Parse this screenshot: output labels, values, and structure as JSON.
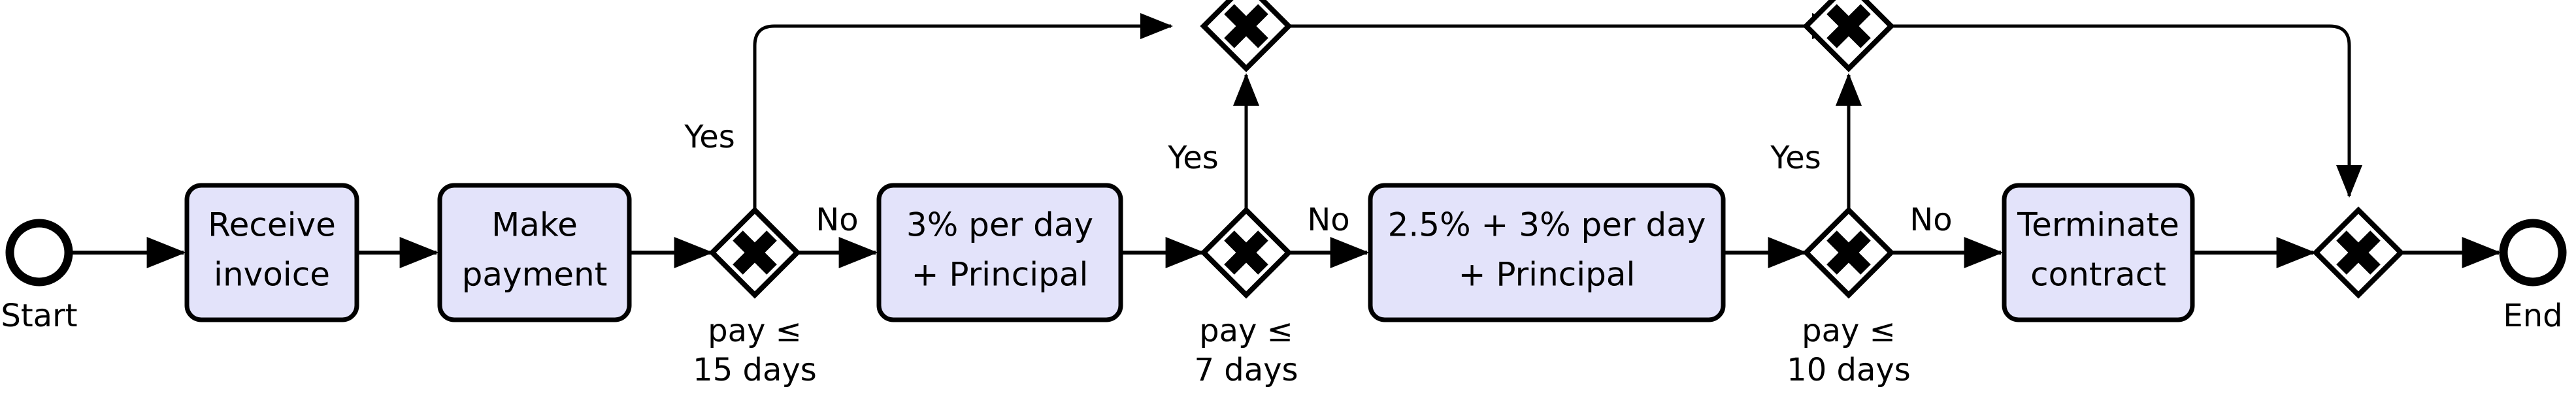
{
  "diagram": {
    "type": "bpmn-process-flow",
    "orientation": "left-to-right",
    "background_color": "#FFFFFF",
    "task_fill_color": "#E3E3FA",
    "stroke_color": "#000000"
  },
  "events": {
    "start": {
      "label": "Start",
      "shape": "circle"
    },
    "end": {
      "label": "End",
      "shape": "circle"
    }
  },
  "tasks": [
    {
      "id": "receive-invoice",
      "line1": "Receive",
      "line2": "invoice"
    },
    {
      "id": "make-payment",
      "line1": "Make",
      "line2": "payment"
    },
    {
      "id": "penalty-3pct",
      "line1": "3% per day",
      "line2": "+ Principal"
    },
    {
      "id": "penalty-25-3pct",
      "line1": "2.5% + 3% per day",
      "line2": "+ Principal"
    },
    {
      "id": "terminate-contract",
      "line1": "Terminate",
      "line2": "contract"
    }
  ],
  "gateways": [
    {
      "id": "gw-pay-15",
      "symbol": "X",
      "kind": "exclusive-decision",
      "condition_line1": "pay ≤",
      "condition_line2": "15 days",
      "yes_label": "Yes",
      "no_label": "No"
    },
    {
      "id": "gw-pay-7",
      "symbol": "X",
      "kind": "exclusive-decision",
      "condition_line1": "pay ≤",
      "condition_line2": "7 days",
      "yes_label": "Yes",
      "no_label": "No"
    },
    {
      "id": "gw-pay-10",
      "symbol": "X",
      "kind": "exclusive-decision",
      "condition_line1": "pay ≤",
      "condition_line2": "10 days",
      "yes_label": "Yes",
      "no_label": "No"
    },
    {
      "id": "gw-merge-1",
      "symbol": "X",
      "kind": "exclusive-merge"
    },
    {
      "id": "gw-merge-2",
      "symbol": "X",
      "kind": "exclusive-merge"
    },
    {
      "id": "gw-merge-3",
      "symbol": "X",
      "kind": "exclusive-merge"
    }
  ]
}
